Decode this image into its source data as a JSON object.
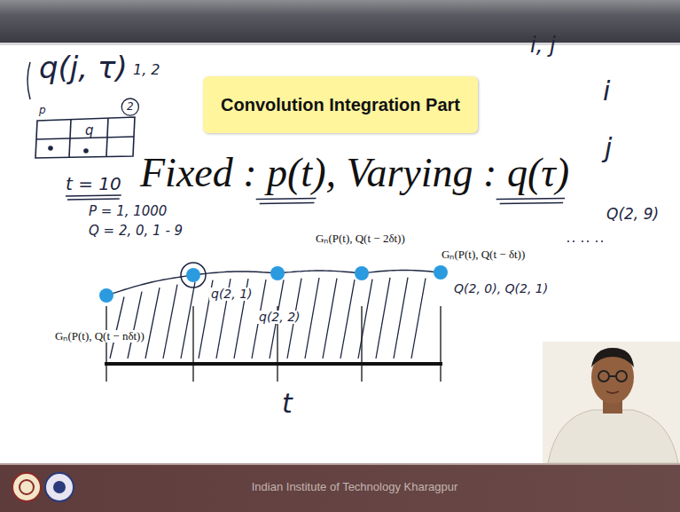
{
  "diagram": {
    "title": "Convolution Integration Part",
    "labels": [
      "Fixed : p(t), Varying : q(τ)",
      "q(j, τ)",
      "1, 2",
      "i, j",
      "i",
      "j",
      "p",
      "2",
      "q",
      "t = 10",
      "P = 1, 1000",
      "Q = 2, 0, 1 - 9",
      "q(2, 1)",
      "q(2, 2)",
      "Q(2, 9)",
      "Q(2, 0), Q(2, 1)",
      "Gₙ(P(t), Q(t − 2δt))",
      "Gₙ(P(t), Q(t − δt))",
      "Gₙ(P(t), Q(t − nδt))",
      "t",
      "Indian Institute of Technology Kharagpur"
    ]
  }
}
